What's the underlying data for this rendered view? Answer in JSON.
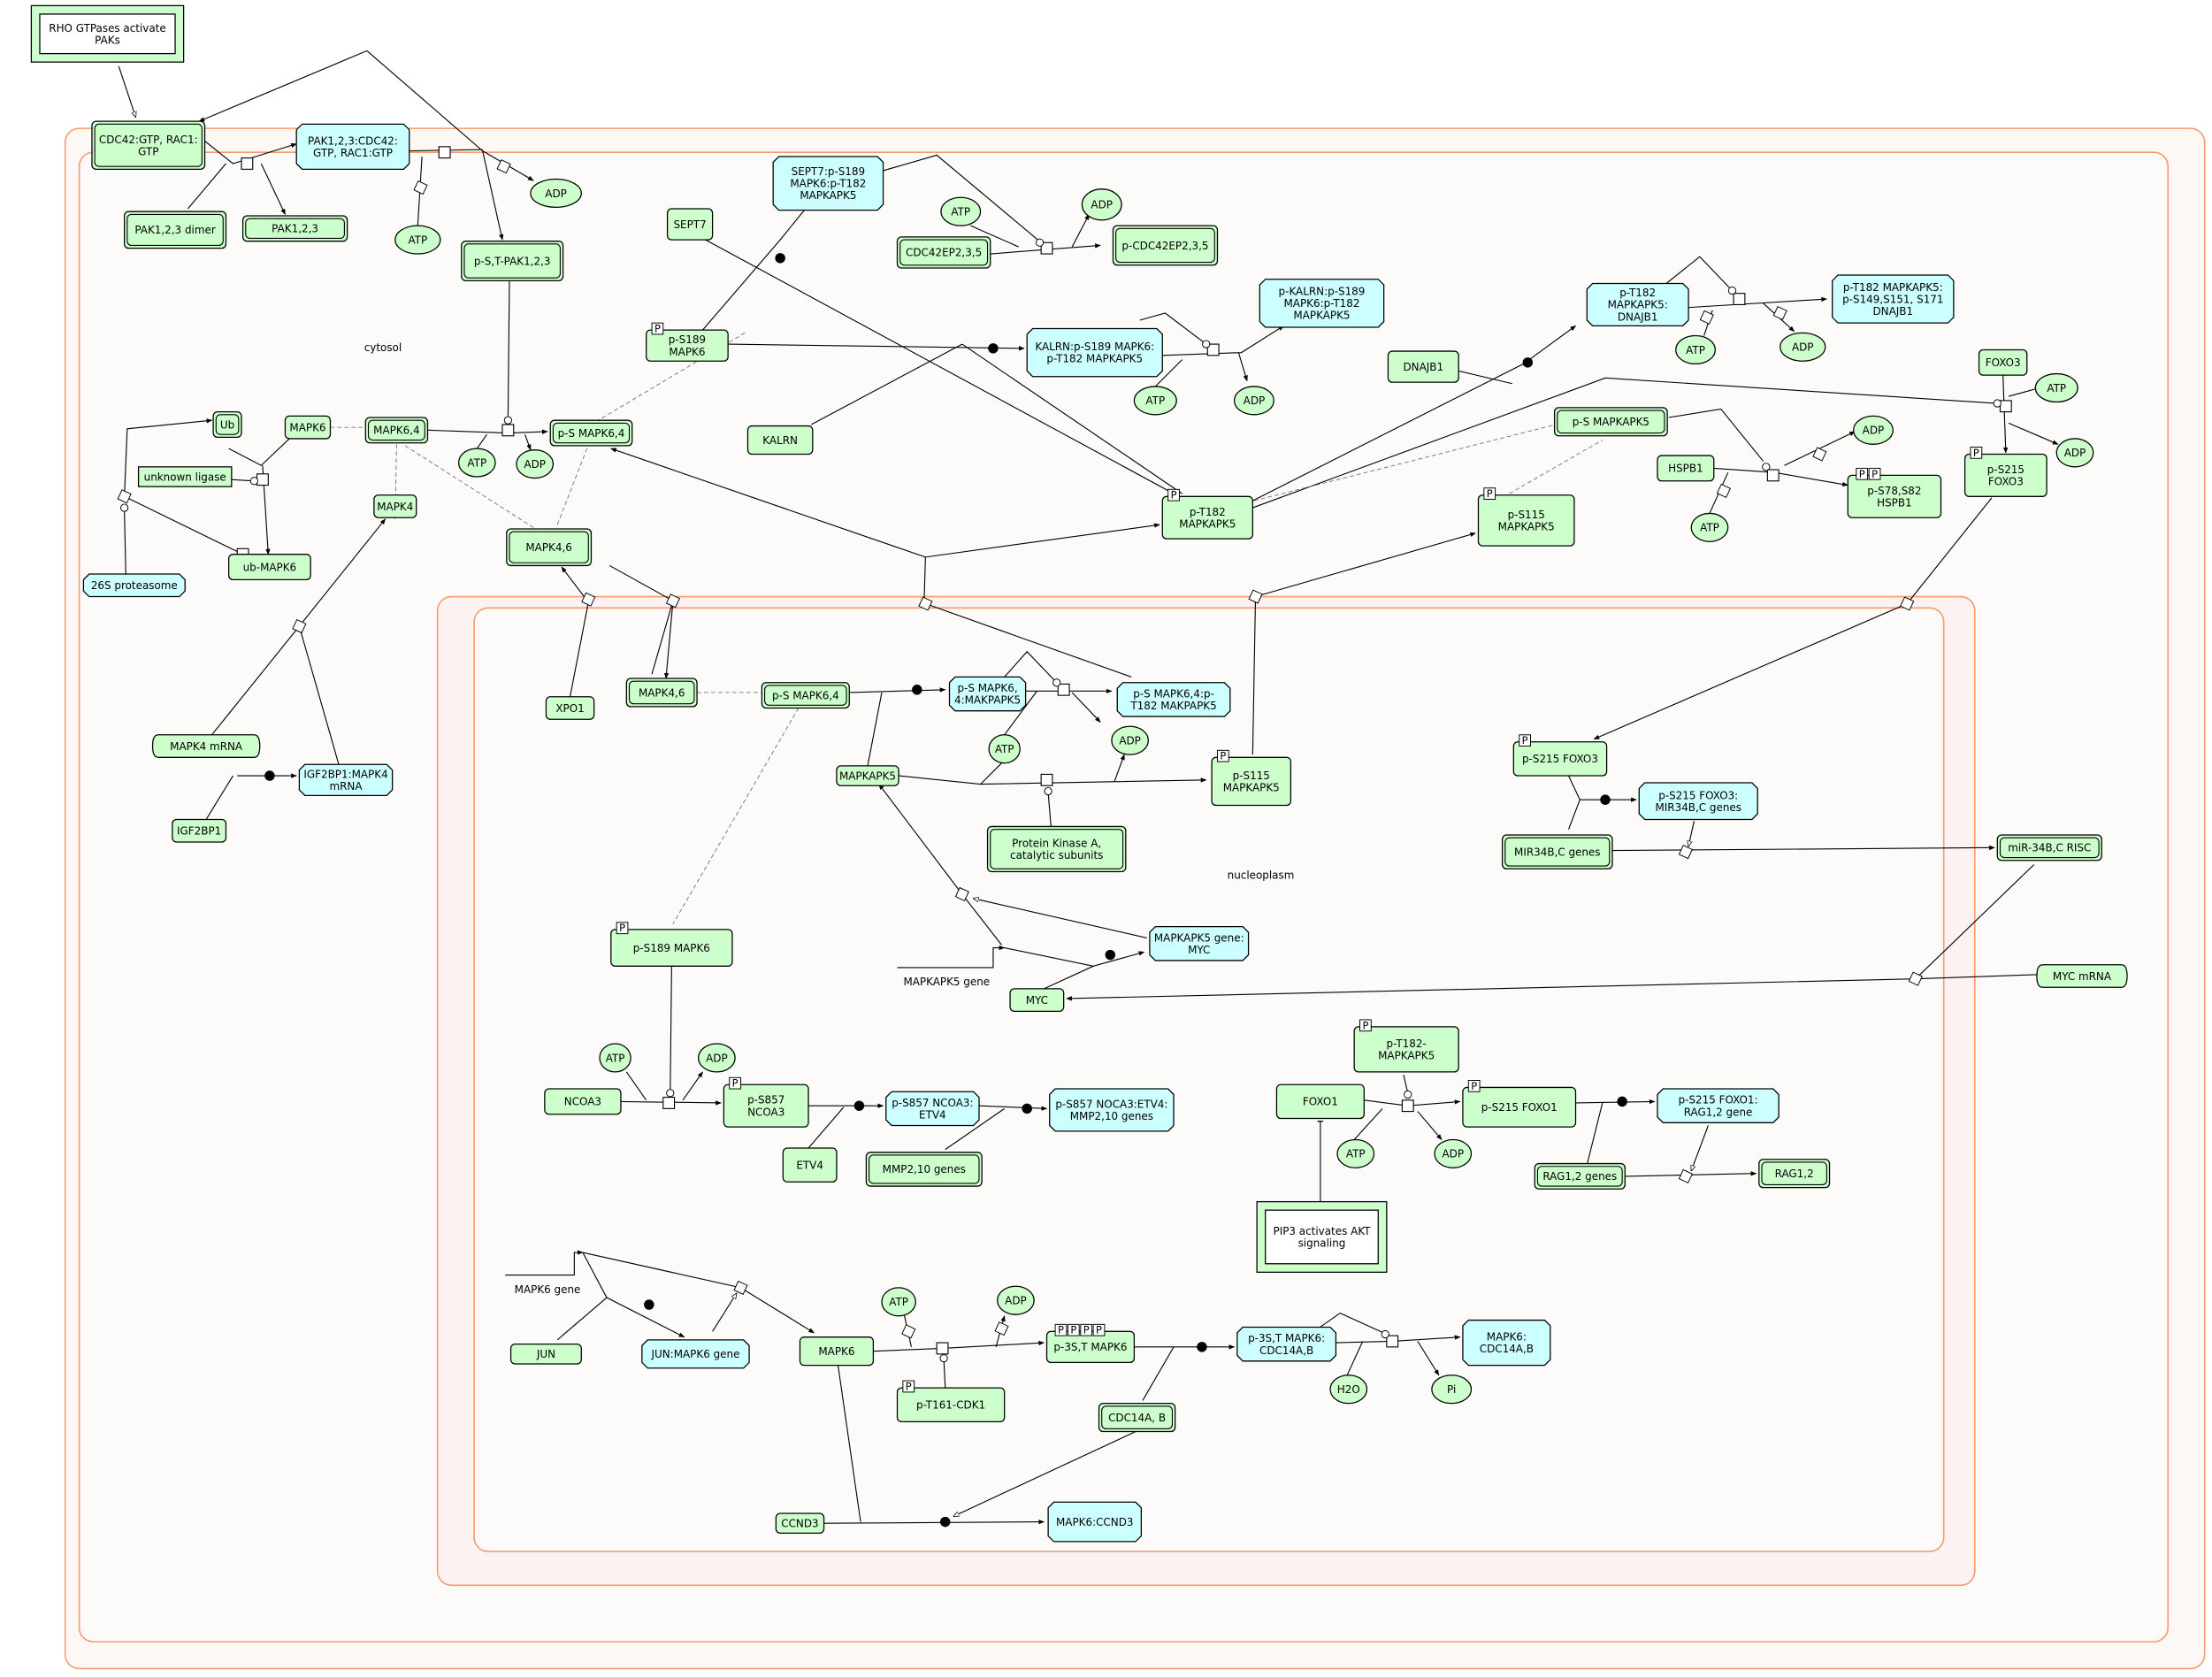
{
  "compartments": [
    {
      "id": "cytosol",
      "label": "cytosol"
    },
    {
      "id": "nucleoplasm",
      "label": "nucleoplasm"
    }
  ],
  "colors": {
    "protein_fill": "#ccffcc",
    "complex_fill": "#ccffff",
    "compartment_border": "#f79a6e",
    "compartment_fill": "#fdf7f5",
    "nucleus_fill": "#fcf1f0"
  },
  "ptm_label": "P",
  "nodes": [
    {
      "id": "rho_pak",
      "type": "subpathway",
      "lines": [
        "RHO GTPases activate",
        "PAKs"
      ]
    },
    {
      "id": "cdc42",
      "type": "set",
      "lines": [
        "CDC42:GTP, RAC1:",
        "GTP"
      ]
    },
    {
      "id": "pak_cdc42",
      "type": "complex",
      "lines": [
        "PAK1,2,3:CDC42:",
        "GTP, RAC1:GTP"
      ]
    },
    {
      "id": "pak_dimer",
      "type": "set",
      "lines": [
        "PAK1,2,3 dimer"
      ]
    },
    {
      "id": "pak123",
      "type": "set",
      "lines": [
        "PAK1,2,3"
      ]
    },
    {
      "id": "atp1",
      "type": "chem",
      "lines": [
        "ATP"
      ]
    },
    {
      "id": "adp1",
      "type": "chem",
      "lines": [
        "ADP"
      ]
    },
    {
      "id": "pst_pak",
      "type": "set",
      "lines": [
        "p-S,T-PAK1,2,3"
      ]
    },
    {
      "id": "sept7_cplx",
      "type": "complex",
      "lines": [
        "SEPT7:p-S189",
        "MAPK6:p-T182",
        "MAPKAPK5"
      ]
    },
    {
      "id": "sept7",
      "type": "protein",
      "lines": [
        "SEPT7"
      ]
    },
    {
      "id": "atp2",
      "type": "chem",
      "lines": [
        "ATP"
      ]
    },
    {
      "id": "adp2",
      "type": "chem",
      "lines": [
        "ADP"
      ]
    },
    {
      "id": "cdc42ep",
      "type": "set",
      "lines": [
        "CDC42EP2,3,5"
      ]
    },
    {
      "id": "pcdc42ep",
      "type": "set",
      "lines": [
        "p-CDC42EP2,3,5"
      ]
    },
    {
      "id": "pkalrn",
      "type": "complex",
      "lines": [
        "p-KALRN:p-S189",
        "MAPK6:p-T182",
        "MAPKAPK5"
      ]
    },
    {
      "id": "kalrn_cplx",
      "type": "complex",
      "lines": [
        "KALRN:p-S189 MAPK6:",
        "p-T182 MAPKAPK5"
      ]
    },
    {
      "id": "atp3",
      "type": "chem",
      "lines": [
        "ATP"
      ]
    },
    {
      "id": "adp3",
      "type": "chem",
      "lines": [
        "ADP"
      ]
    },
    {
      "id": "ps189_mapk6",
      "type": "protein",
      "lines": [
        "p-S189",
        "MAPK6"
      ],
      "ptm": 1
    },
    {
      "id": "kalrn",
      "type": "protein",
      "lines": [
        "KALRN"
      ]
    },
    {
      "id": "ub",
      "type": "set",
      "lines": [
        "Ub"
      ]
    },
    {
      "id": "mapk6_a",
      "type": "protein",
      "lines": [
        "MAPK6"
      ]
    },
    {
      "id": "mapk64",
      "type": "set",
      "lines": [
        "MAPK6,4"
      ]
    },
    {
      "id": "ps_mapk64",
      "type": "set",
      "lines": [
        "p-S MAPK6,4"
      ]
    },
    {
      "id": "atp4",
      "type": "chem",
      "lines": [
        "ATP"
      ]
    },
    {
      "id": "adp4",
      "type": "chem",
      "lines": [
        "ADP"
      ]
    },
    {
      "id": "unknown_ligase",
      "type": "entity",
      "lines": [
        "unknown ligase"
      ]
    },
    {
      "id": "prot26s",
      "type": "complex",
      "lines": [
        "26S proteasome"
      ]
    },
    {
      "id": "ub_mapk6",
      "type": "protein",
      "lines": [
        "ub-MAPK6"
      ]
    },
    {
      "id": "mapk4",
      "type": "protein",
      "lines": [
        "MAPK4"
      ]
    },
    {
      "id": "mapk46_c",
      "type": "set",
      "lines": [
        "MAPK4,6"
      ]
    },
    {
      "id": "dnajb1",
      "type": "protein",
      "lines": [
        "DNAJB1"
      ]
    },
    {
      "id": "pt182_dnajb1",
      "type": "complex",
      "lines": [
        "p-T182",
        "MAPKAPK5:",
        "DNAJB1"
      ]
    },
    {
      "id": "pt182_dnajb1_p",
      "type": "complex",
      "lines": [
        "p-T182 MAPKAPK5:",
        "p-S149,S151, S171",
        "DNAJB1"
      ]
    },
    {
      "id": "atp5",
      "type": "chem",
      "lines": [
        "ATP"
      ]
    },
    {
      "id": "adp5",
      "type": "chem",
      "lines": [
        "ADP"
      ]
    },
    {
      "id": "foxo3",
      "type": "protein",
      "lines": [
        "FOXO3"
      ]
    },
    {
      "id": "atp6",
      "type": "chem",
      "lines": [
        "ATP"
      ]
    },
    {
      "id": "adp6",
      "type": "chem",
      "lines": [
        "ADP"
      ]
    },
    {
      "id": "ps_mapkapk5",
      "type": "set",
      "lines": [
        "p-S MAPKAPK5"
      ]
    },
    {
      "id": "hspb1",
      "type": "protein",
      "lines": [
        "HSPB1"
      ]
    },
    {
      "id": "atp7",
      "type": "chem",
      "lines": [
        "ATP"
      ]
    },
    {
      "id": "adp7",
      "type": "chem",
      "lines": [
        "ADP"
      ]
    },
    {
      "id": "ps78_hspb1",
      "type": "protein",
      "lines": [
        "p-S78,S82",
        "HSPB1"
      ],
      "ptm": 2
    },
    {
      "id": "ps215_foxo3_c",
      "type": "protein",
      "lines": [
        "p-S215",
        "FOXO3"
      ],
      "ptm": 1
    },
    {
      "id": "pt182_mapkapk5",
      "type": "protein",
      "lines": [
        "p-T182",
        "MAPKAPK5"
      ],
      "ptm": 1
    },
    {
      "id": "ps115_c",
      "type": "protein",
      "lines": [
        "p-S115",
        "MAPKAPK5"
      ],
      "ptm": 1
    },
    {
      "id": "mapk4_mrna",
      "type": "rna",
      "lines": [
        "MAPK4 mRNA"
      ]
    },
    {
      "id": "igf2bp1_mapk4",
      "type": "complex",
      "lines": [
        "IGF2BP1:MAPK4",
        "mRNA"
      ]
    },
    {
      "id": "igf2bp1",
      "type": "protein",
      "lines": [
        "IGF2BP1"
      ]
    },
    {
      "id": "xpo1",
      "type": "protein",
      "lines": [
        "XPO1"
      ]
    },
    {
      "id": "mapk46_n",
      "type": "set",
      "lines": [
        "MAPK4,6"
      ]
    },
    {
      "id": "ps_mapk64_n",
      "type": "set",
      "lines": [
        "p-S MAPK6,4"
      ]
    },
    {
      "id": "psmapk64_mk5",
      "type": "complex",
      "lines": [
        "p-S MAPK6,",
        "4:MAKPAPK5"
      ]
    },
    {
      "id": "psmapk64_pt182",
      "type": "complex",
      "lines": [
        "p-S MAPK6,4:p-",
        "T182 MAKPAPK5"
      ]
    },
    {
      "id": "atp8",
      "type": "chem",
      "lines": [
        "ATP"
      ]
    },
    {
      "id": "adp8",
      "type": "chem",
      "lines": [
        "ADP"
      ]
    },
    {
      "id": "mapkapk5",
      "type": "protein",
      "lines": [
        "MAPKAPK5"
      ]
    },
    {
      "id": "ps115_n",
      "type": "protein",
      "lines": [
        "p-S115",
        "MAPKAPK5"
      ],
      "ptm": 1
    },
    {
      "id": "pka",
      "type": "set",
      "lines": [
        "Protein Kinase A,",
        "catalytic subunits"
      ]
    },
    {
      "id": "mk5gene_myc",
      "type": "complex",
      "lines": [
        "MAPKAPK5 gene:",
        "MYC"
      ]
    },
    {
      "id": "mapkapk5_gene",
      "type": "gene",
      "lines": [
        "MAPKAPK5 gene"
      ]
    },
    {
      "id": "myc",
      "type": "protein",
      "lines": [
        "MYC"
      ]
    },
    {
      "id": "ps189_mapk6_n",
      "type": "protein",
      "lines": [
        "p-S189 MAPK6"
      ],
      "ptm": 1
    },
    {
      "id": "atp9",
      "type": "chem",
      "lines": [
        "ATP"
      ]
    },
    {
      "id": "adp9",
      "type": "chem",
      "lines": [
        "ADP"
      ]
    },
    {
      "id": "ncoa3",
      "type": "protein",
      "lines": [
        "NCOA3"
      ]
    },
    {
      "id": "ps857",
      "type": "protein",
      "lines": [
        "p-S857",
        "NCOA3"
      ],
      "ptm": 1
    },
    {
      "id": "ps857_etv4",
      "type": "complex",
      "lines": [
        "p-S857 NCOA3:",
        "ETV4"
      ]
    },
    {
      "id": "ps857_mmp",
      "type": "complex",
      "lines": [
        "p-S857 NOCA3:ETV4:",
        "MMP2,10 genes"
      ]
    },
    {
      "id": "etv4",
      "type": "protein",
      "lines": [
        "ETV4"
      ]
    },
    {
      "id": "mmp",
      "type": "set",
      "lines": [
        "MMP2,10 genes"
      ]
    },
    {
      "id": "pt182_mk5_n",
      "type": "protein",
      "lines": [
        "p-T182-",
        "MAPKAPK5"
      ],
      "ptm": 1
    },
    {
      "id": "foxo1",
      "type": "protein",
      "lines": [
        "FOXO1"
      ]
    },
    {
      "id": "atp10",
      "type": "chem",
      "lines": [
        "ATP"
      ]
    },
    {
      "id": "adp10",
      "type": "chem",
      "lines": [
        "ADP"
      ]
    },
    {
      "id": "ps215_foxo1",
      "type": "protein",
      "lines": [
        "p-S215 FOXO1"
      ],
      "ptm": 1
    },
    {
      "id": "ps215_foxo1_rag",
      "type": "complex",
      "lines": [
        "p-S215 FOXO1:",
        "RAG1,2 gene"
      ]
    },
    {
      "id": "rag_genes",
      "type": "set",
      "lines": [
        "RAG1,2 genes"
      ]
    },
    {
      "id": "rag12",
      "type": "set",
      "lines": [
        "RAG1,2"
      ]
    },
    {
      "id": "pip3",
      "type": "subpathway",
      "lines": [
        "PIP3 activates AKT",
        "signaling"
      ]
    },
    {
      "id": "ps215_foxo3_n",
      "type": "protein",
      "lines": [
        "p-S215 FOXO3"
      ],
      "ptm": 1
    },
    {
      "id": "foxo3_mir34",
      "type": "complex",
      "lines": [
        "p-S215 FOXO3:",
        "MIR34B,C genes"
      ]
    },
    {
      "id": "mir34_genes",
      "type": "set",
      "lines": [
        "MIR34B,C genes"
      ]
    },
    {
      "id": "mir34_risc",
      "type": "set",
      "lines": [
        "miR-34B,C RISC"
      ]
    },
    {
      "id": "myc_mrna",
      "type": "rna",
      "lines": [
        "MYC mRNA"
      ]
    },
    {
      "id": "mapk6_gene",
      "type": "gene",
      "lines": [
        "MAPK6 gene"
      ]
    },
    {
      "id": "jun",
      "type": "protein",
      "lines": [
        "JUN"
      ]
    },
    {
      "id": "jun_mapk6gene",
      "type": "complex",
      "lines": [
        "JUN:MAPK6 gene"
      ]
    },
    {
      "id": "mapk6_n",
      "type": "protein",
      "lines": [
        "MAPK6"
      ]
    },
    {
      "id": "atp11",
      "type": "chem",
      "lines": [
        "ATP"
      ]
    },
    {
      "id": "adp11",
      "type": "chem",
      "lines": [
        "ADP"
      ]
    },
    {
      "id": "p3st_mapk6",
      "type": "protein",
      "lines": [
        "p-3S,T MAPK6"
      ],
      "ptm": 4
    },
    {
      "id": "pt161_cdk1",
      "type": "protein",
      "lines": [
        "p-T161-CDK1"
      ],
      "ptm": 1
    },
    {
      "id": "p3st_cdc14",
      "type": "complex",
      "lines": [
        "p-3S,T MAPK6:",
        "CDC14A,B"
      ]
    },
    {
      "id": "mapk6_cdc14",
      "type": "complex",
      "lines": [
        "MAPK6:",
        "CDC14A,B"
      ]
    },
    {
      "id": "h2o",
      "type": "chem",
      "lines": [
        "H2O"
      ]
    },
    {
      "id": "pi",
      "type": "chem",
      "lines": [
        "Pi"
      ]
    },
    {
      "id": "cdc14",
      "type": "set",
      "lines": [
        "CDC14A, B"
      ]
    },
    {
      "id": "ccnd3",
      "type": "protein",
      "lines": [
        "CCND3"
      ]
    },
    {
      "id": "mapk6_ccnd3",
      "type": "complex",
      "lines": [
        "MAPK6:CCND3"
      ]
    }
  ]
}
